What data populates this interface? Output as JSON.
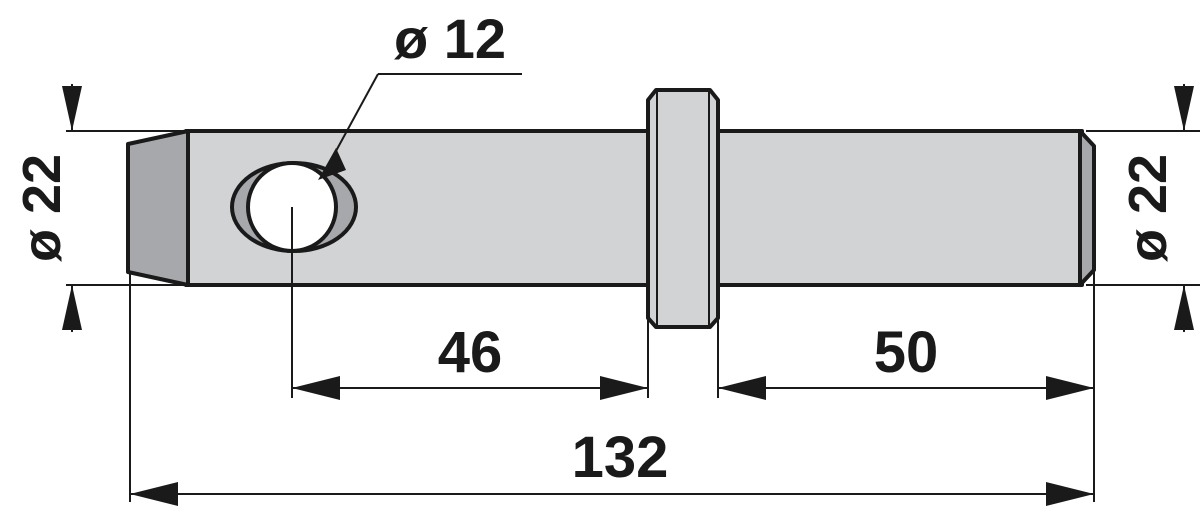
{
  "drawing": {
    "hole_diameter_label": "ø 12",
    "left_diameter_label": "ø 22",
    "right_diameter_label": "ø 22",
    "dim_hole_to_collar": "46",
    "dim_collar_to_end": "50",
    "dim_overall_length": "132"
  },
  "colors": {
    "body": "#d2d3d5",
    "chamfer": "#a6a8ab",
    "ink": "#1a1a1a",
    "background": "#ffffff"
  }
}
